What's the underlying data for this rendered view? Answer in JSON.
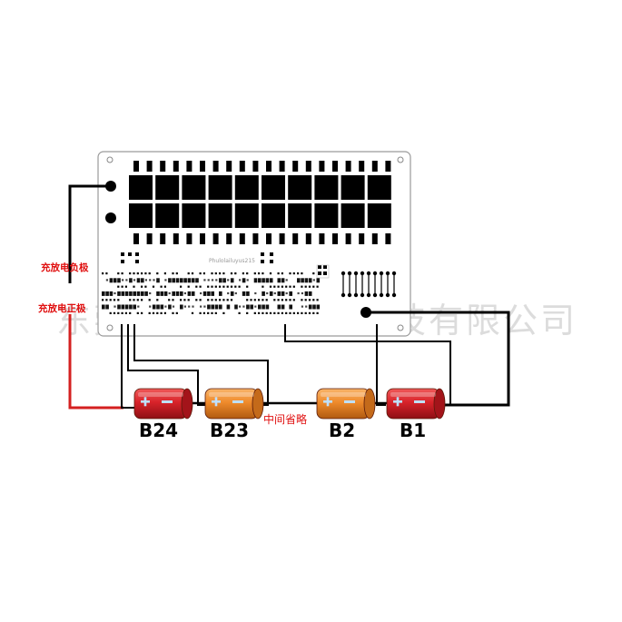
{
  "labels": {
    "neg_terminal": "充放电负极",
    "pos_terminal": "充放电正极",
    "omitted": "中间省略",
    "watermark": "东莞市超能新能源科技有限公司",
    "board_silk": "Phulolailuyus215"
  },
  "batteries": [
    {
      "id": "B24",
      "label": "B24",
      "color": "red"
    },
    {
      "id": "B23",
      "label": "B23",
      "color": "orange"
    },
    {
      "id": "B2",
      "label": "B2",
      "color": "orange"
    },
    {
      "id": "B1",
      "label": "B1",
      "color": "red"
    }
  ],
  "colors": {
    "wire": "#000000",
    "pos_wire": "#d42020",
    "label_red": "#e01010",
    "battery_red": "#d8232a",
    "battery_orange": "#ef8b2c",
    "board": "#ffffff",
    "mosfet": "#000000",
    "watermark": "#c8c8c8"
  },
  "icons": {
    "battery": "battery-cell-icon",
    "mosfet": "mosfet-chip-icon",
    "terminal": "terminal-dot-icon"
  }
}
